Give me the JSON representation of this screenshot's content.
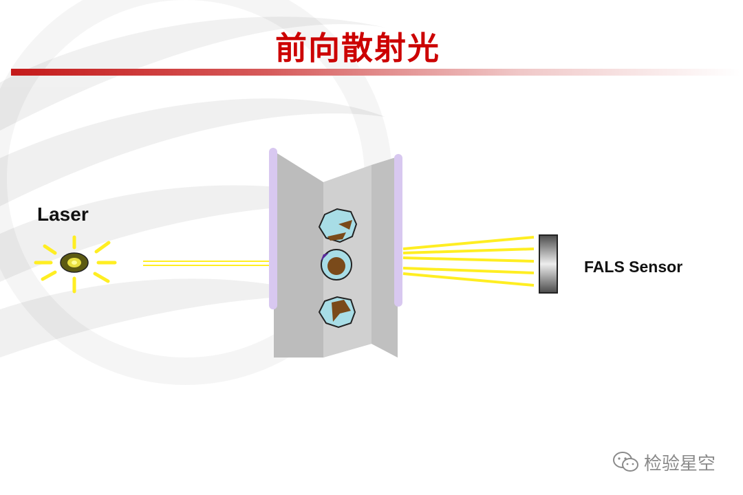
{
  "slide": {
    "title": "前向散射光",
    "watermark": "检验星空"
  },
  "diagram": {
    "laser_label": "Laser",
    "sensor_label": "FALS Sensor"
  },
  "colors": {
    "title": "#cc0000",
    "beam": "#ffee22",
    "flow_cell": "#c8c8c8",
    "flow_cell_edge": "#d8c8f0",
    "cell_body": "#a8dde6",
    "nucleus": "#7a4a1a",
    "sensor": "#555555"
  },
  "icons": {
    "laser": "laser-emitter-icon",
    "sensor": "sensor-icon",
    "watermark": "wechat-icon"
  }
}
